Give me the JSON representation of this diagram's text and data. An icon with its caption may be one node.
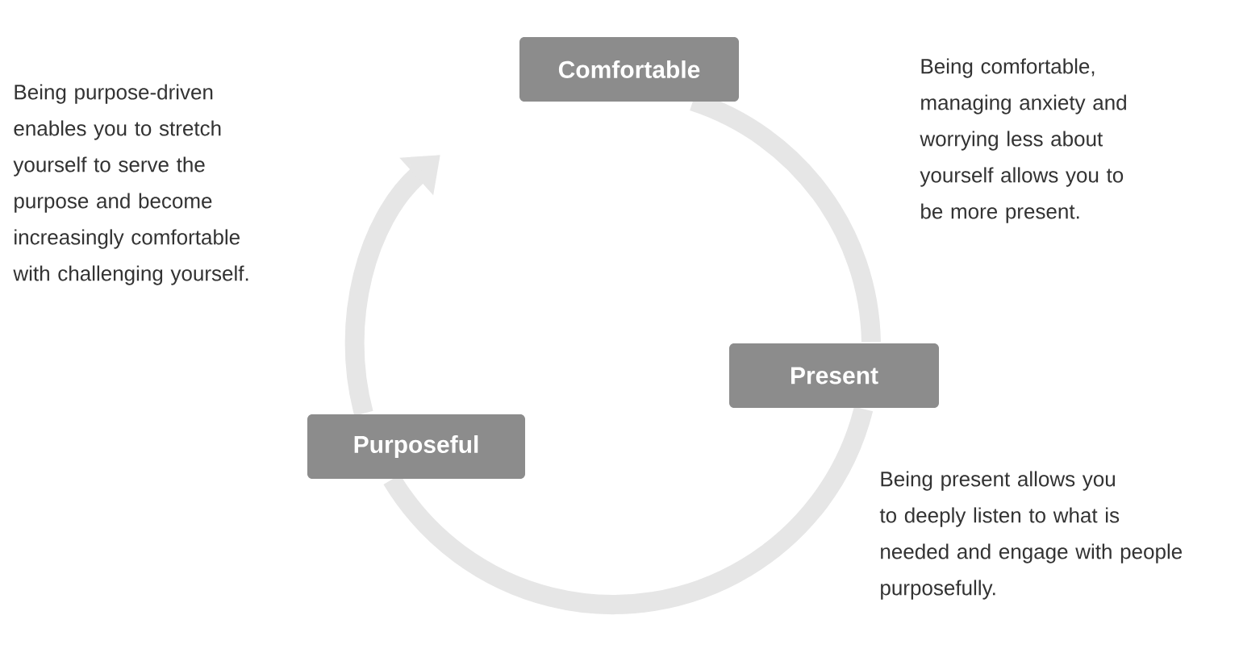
{
  "diagram": {
    "nodes": [
      {
        "text": [
          "Comfortable"
        ]
      },
      {
        "text": [
          "Present"
        ]
      },
      {
        "text": [
          "Purposeful"
        ]
      }
    ],
    "edges": [
      {
        "from": 0,
        "to": 1,
        "arrow": "none"
      },
      {
        "from": 1,
        "to": 2,
        "arrow": "none"
      },
      {
        "from": 2,
        "to": null,
        "arrow": "to"
      }
    ],
    "labels": [
      "Being purpose-driven enables you to stretch yourself to serve the purpose and become increasingly comfortable with challenging yourself.",
      "Being comfortable, managing anxiety and worrying less about yourself allows you to be more present.",
      "Being present allows you to deeply listen to what is needed and engage with people purposefully."
    ]
  }
}
